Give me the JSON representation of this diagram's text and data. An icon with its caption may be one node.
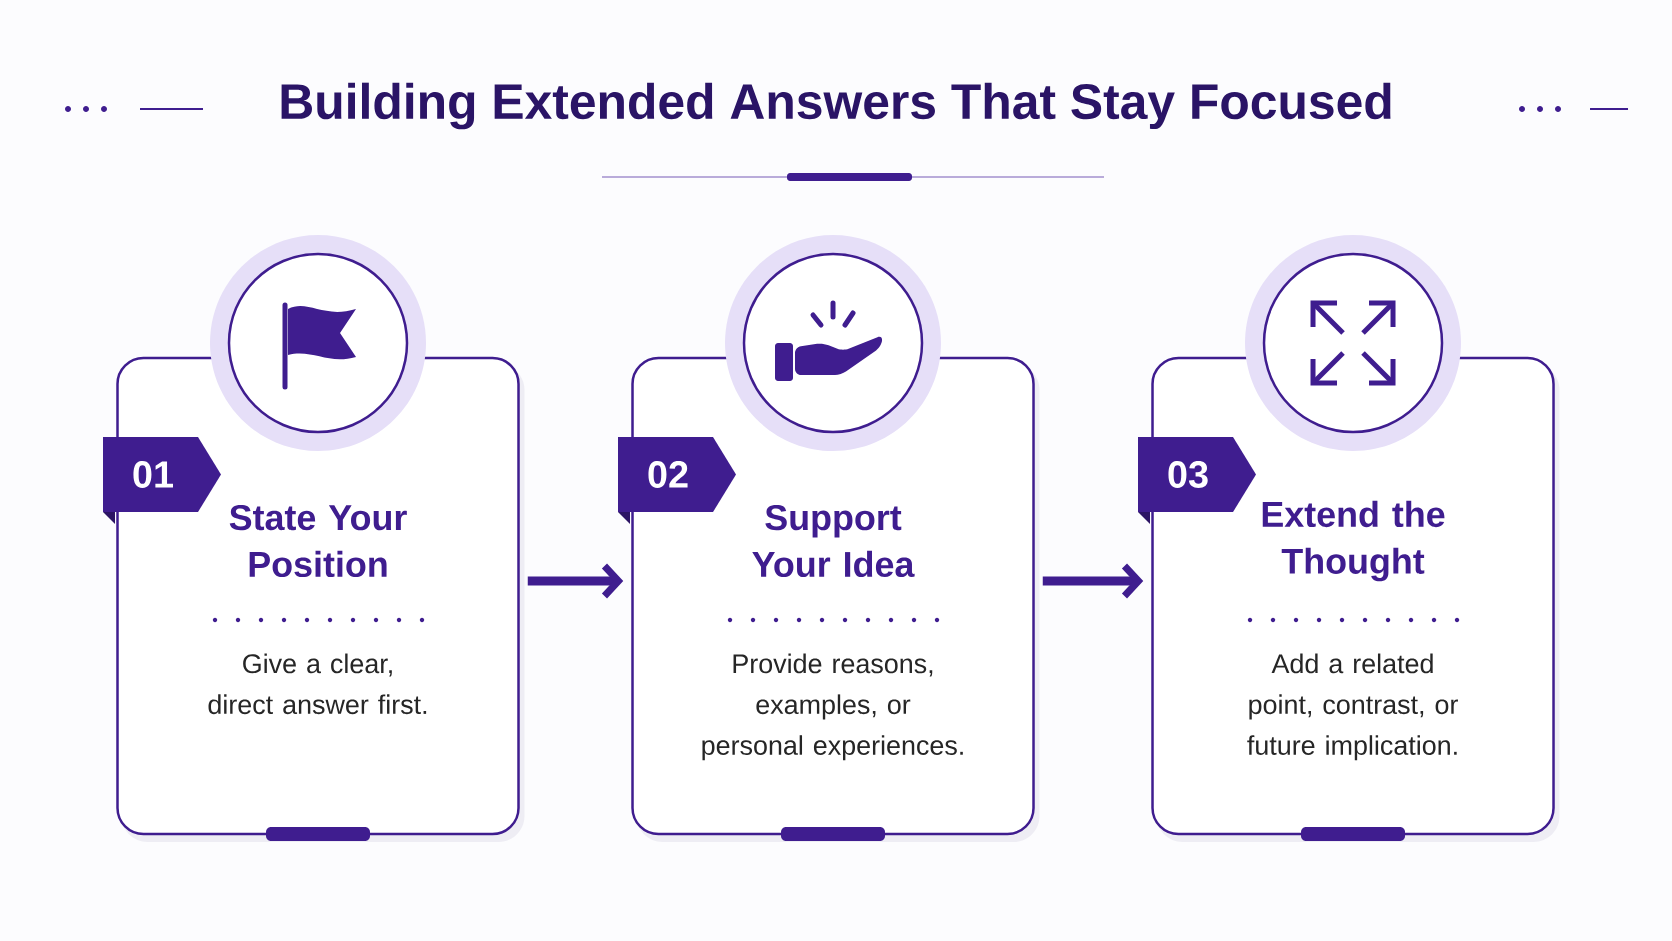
{
  "diagram": {
    "title": "Building Extended Answers That Stay Focused",
    "nodes": [
      {
        "text": [
          "State Your Position",
          "Give a clear, direct answer first."
        ]
      },
      {
        "text": [
          "01"
        ]
      },
      {
        "text": [
          "Support Your Idea",
          "Provide reasons, examples, or personal experiences."
        ]
      },
      {
        "text": [
          "02"
        ]
      },
      {
        "text": [
          "Extend the Thought",
          "Add a related point, contrast, or future implication."
        ]
      },
      {
        "text": [
          "03"
        ]
      }
    ],
    "edges": [
      {
        "from": 0,
        "to": 2,
        "arrow": "to"
      },
      {
        "from": 2,
        "to": 4,
        "arrow": "to"
      }
    ]
  }
}
